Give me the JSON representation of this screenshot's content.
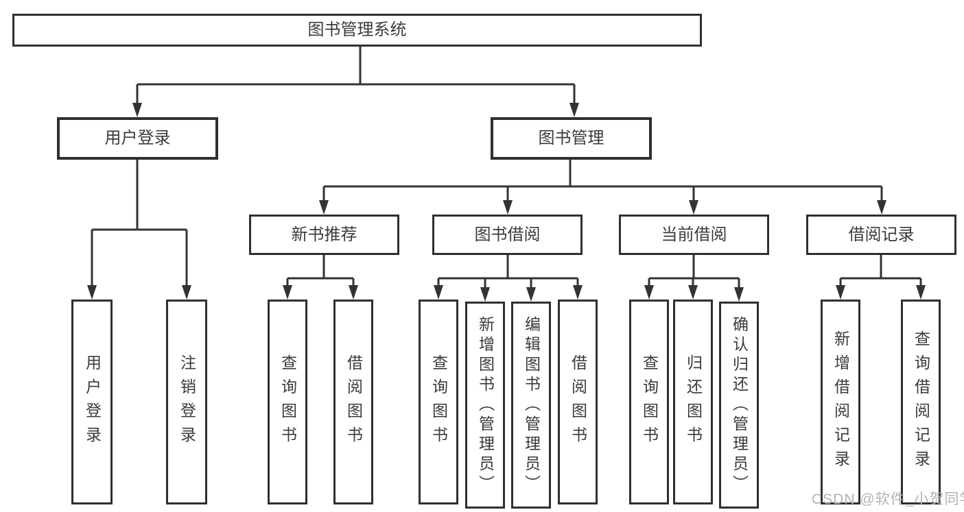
{
  "diagram": {
    "title": "图书管理系统",
    "root": {
      "label": "图书管理系统"
    },
    "level2": [
      {
        "id": "user-login",
        "label": "用户登录"
      },
      {
        "id": "book-management",
        "label": "图书管理"
      }
    ],
    "level3": [
      {
        "id": "new-book-recommend",
        "parent": "图书管理",
        "label": "新书推荐"
      },
      {
        "id": "book-borrow",
        "parent": "图书管理",
        "label": "图书借阅"
      },
      {
        "id": "current-borrow",
        "parent": "图书管理",
        "label": "当前借阅"
      },
      {
        "id": "borrow-record",
        "parent": "图书管理",
        "label": "借阅记录"
      }
    ],
    "leaves": [
      {
        "parent": "用户登录",
        "label": "用户登录"
      },
      {
        "parent": "用户登录",
        "label": "注销登录"
      },
      {
        "parent": "新书推荐",
        "label": "查询图书"
      },
      {
        "parent": "新书推荐",
        "label": "借阅图书"
      },
      {
        "parent": "图书借阅",
        "label": "查询图书"
      },
      {
        "parent": "图书借阅",
        "label": "新增图书（管理员）"
      },
      {
        "parent": "图书借阅",
        "label": "编辑图书（管理员）"
      },
      {
        "parent": "图书借阅",
        "label": "借阅图书"
      },
      {
        "parent": "当前借阅",
        "label": "查询图书"
      },
      {
        "parent": "当前借阅",
        "label": "归还图书"
      },
      {
        "parent": "当前借阅",
        "label": "确认归还（管理员）"
      },
      {
        "parent": "借阅记录",
        "label": "新增借阅记录"
      },
      {
        "parent": "借阅记录",
        "label": "查询借阅记录"
      }
    ],
    "colors": {
      "line": "#333333",
      "border": "#2f2f2f",
      "text": "#3a3a3a",
      "background": "#ffffff",
      "watermark": "#b3b3b3"
    }
  },
  "watermark": {
    "text": "CSDN @软件_小贺同学"
  }
}
